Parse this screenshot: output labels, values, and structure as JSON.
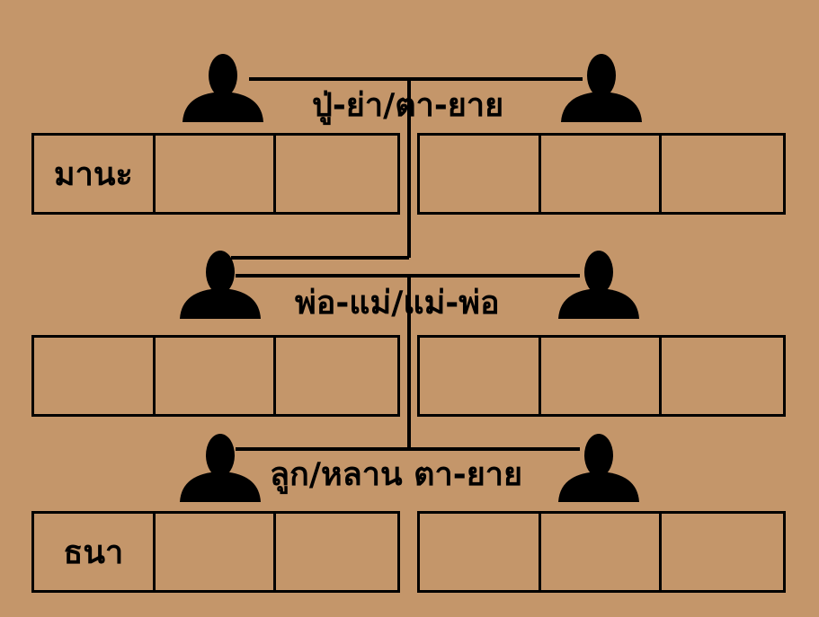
{
  "generations": [
    {
      "label": "ปู่-ย่า/ตา-ยาย",
      "left_boxes": [
        "มานะ",
        "",
        ""
      ],
      "right_boxes": [
        "",
        "",
        ""
      ]
    },
    {
      "label": "พ่อ-แม่/แม่-พ่อ",
      "left_boxes": [
        "",
        "",
        ""
      ],
      "right_boxes": [
        "",
        "",
        ""
      ]
    },
    {
      "label": "ลูก/หลาน ตา-ยาย",
      "left_boxes": [
        "ธนา",
        "",
        ""
      ],
      "right_boxes": [
        "",
        "",
        ""
      ]
    }
  ],
  "colors": {
    "background": "#c4966a",
    "ink": "#000000"
  },
  "icons": [
    "person-silhouette-icon"
  ]
}
